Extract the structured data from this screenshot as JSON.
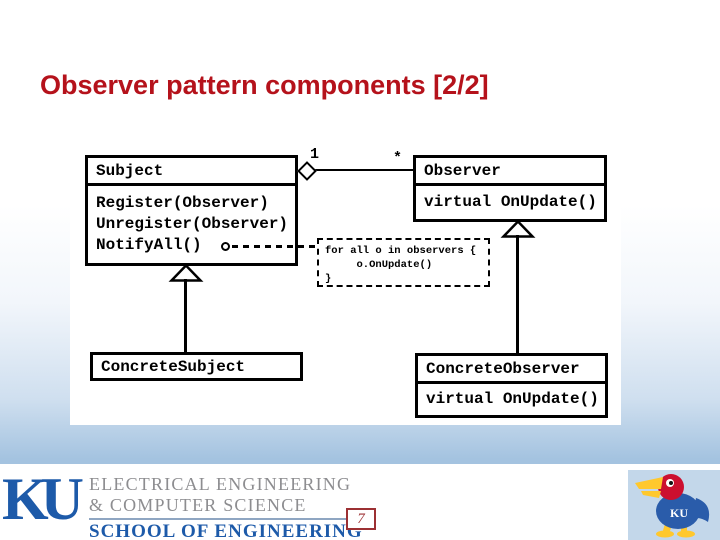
{
  "slide": {
    "title": "Observer pattern components [2/2]"
  },
  "diagram": {
    "subject": {
      "name": "Subject",
      "methods": [
        "Register(Observer)",
        "Unregister(Observer)",
        "NotifyAll()"
      ]
    },
    "observer": {
      "name": "Observer",
      "method": "virtual OnUpdate()"
    },
    "concrete_subject": {
      "name": "ConcreteSubject"
    },
    "concrete_observer": {
      "name": "ConcreteObserver",
      "method": "virtual OnUpdate()"
    },
    "association": {
      "one_label": "1",
      "many_label": "*"
    },
    "note": {
      "line1": "for all o in observers {",
      "line2": "     o.OnUpdate()",
      "line3": "}"
    }
  },
  "footer": {
    "ku_wordmark": "KU",
    "dept_line1": "ELECTRICAL ENGINEERING",
    "dept_line2": "& COMPUTER SCIENCE",
    "school": "SCHOOL OF ENGINEERING",
    "page_number": "7",
    "jayhawk_chest": "KU"
  },
  "colors": {
    "title_red": "#b5121b",
    "ku_blue": "#1d5aa9",
    "footer_gray": "#8d8d90",
    "page_number_red": "#9c3033",
    "gradient_blue": "#a4c3e0",
    "jayhawk_patch_blue": "#c3d7ea",
    "diagram_ink": "#000000"
  }
}
